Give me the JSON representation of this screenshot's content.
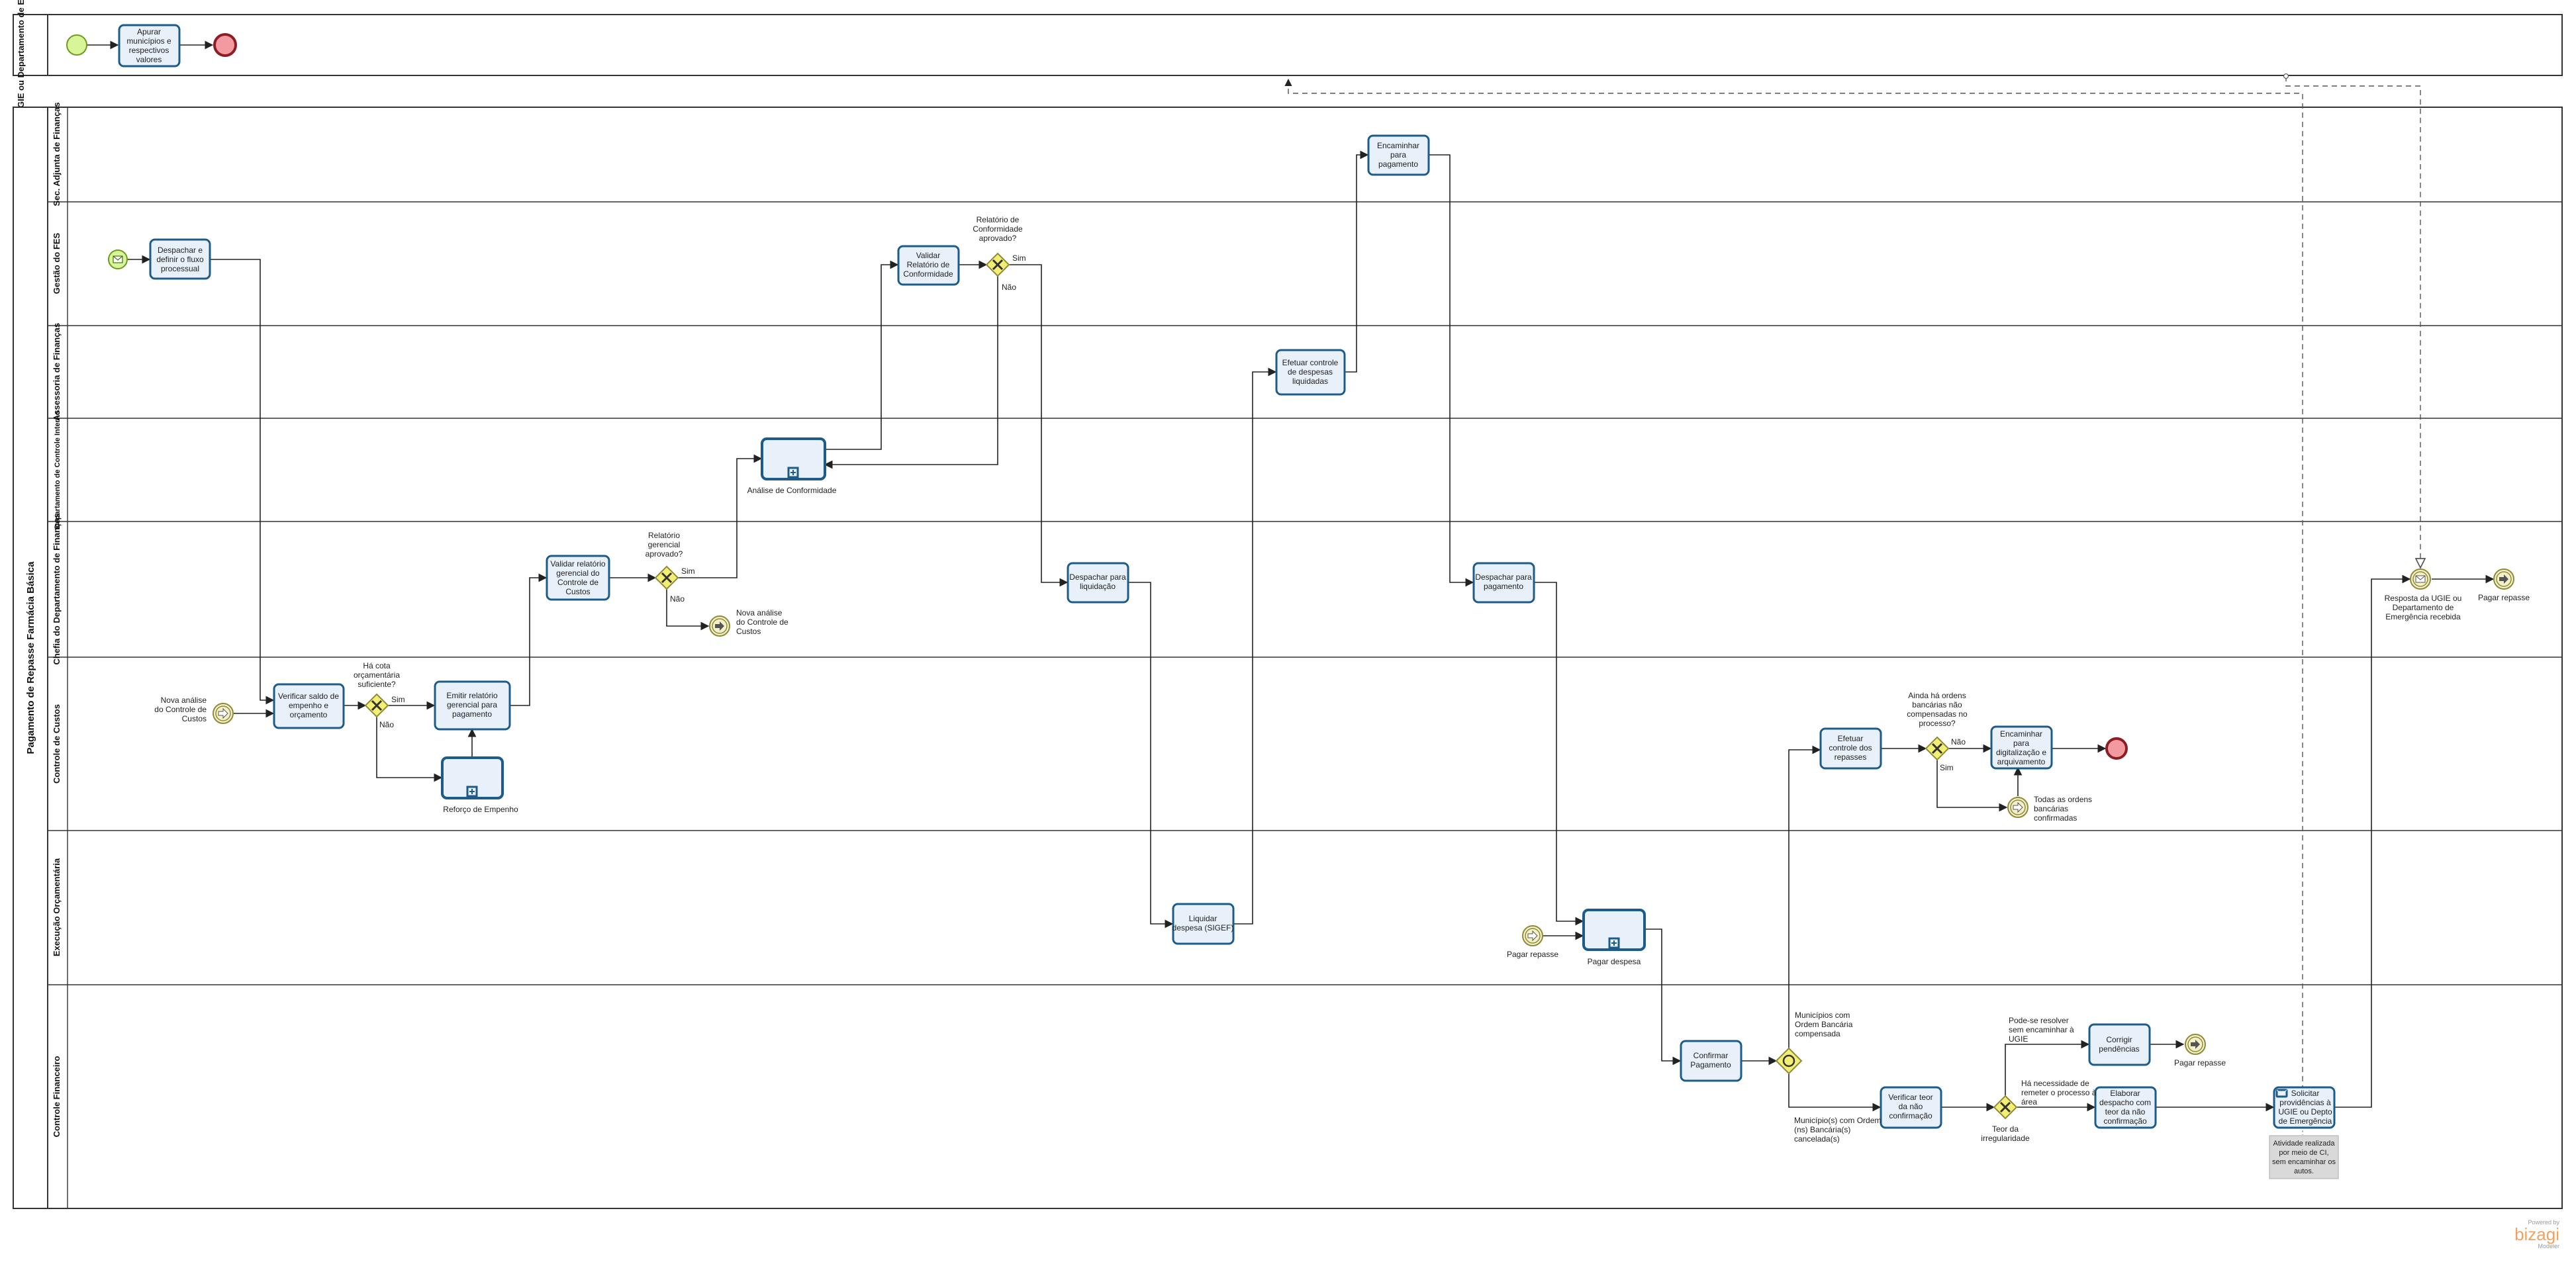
{
  "pool_top": {
    "lane": "UGIE ou Departamento de Emerg."
  },
  "pool_main": {
    "title": "Pagamento de Repasse Farmácia Básica"
  },
  "lanes": [
    "Sec. Adjunta de Finanças",
    "Gestão do FES",
    "Assessoria de Finanças",
    "Departamento de Controle Interno",
    "Chefia do Departamento de Finanças",
    "Controle de Custos",
    "Execução Orçamentária",
    "Controle Financeiro"
  ],
  "tasks": {
    "apurar": [
      "Apurar",
      "municípios e",
      "respectivos",
      "valores"
    ],
    "despachar_fluxo": [
      "Despachar e",
      "definir o fluxo",
      "processual"
    ],
    "validar_conformidade": [
      "Validar",
      "Relatório de",
      "Conformidade"
    ],
    "encaminhar_pagamento": [
      "Encaminhar",
      "para",
      "pagamento"
    ],
    "efetuar_controle_desp": [
      "Efetuar controle",
      "de despesas",
      "liquidadas"
    ],
    "validar_gerencial": [
      "Validar relatório",
      "gerencial do",
      "Controle de",
      "Custos"
    ],
    "despachar_liquidacao": [
      "Despachar para",
      "liquidação"
    ],
    "despachar_pagamento": [
      "Despachar para",
      "pagamento"
    ],
    "verificar_saldo": [
      "Verificar saldo de",
      "empenho e",
      "orçamento"
    ],
    "emitir_relatorio": [
      "Emitir relatório",
      "gerencial para",
      "pagamento"
    ],
    "efetuar_repasses": [
      "Efetuar",
      "controle dos",
      "repasses"
    ],
    "encaminhar_digitalizacao": [
      "Encaminhar",
      "para",
      "digitalização e",
      "arquivamento"
    ],
    "liquidar_despesa": [
      "Liquidar",
      "despesa (SIGEF)"
    ],
    "confirmar_pagamento": [
      "Confirmar",
      "Pagamento"
    ],
    "verificar_teor": [
      "Verificar teor",
      "da não",
      "confirmação"
    ],
    "corrigir_pendencias": [
      "Corrigir",
      "pendências"
    ],
    "elaborar_despacho": [
      "Elaborar",
      "despacho com",
      "teor da não",
      "confirmação"
    ],
    "solicitar_providencias": [
      "Solicitar",
      "providências à",
      "UGIE ou Depto",
      "de Emergência"
    ]
  },
  "subprocesses": {
    "analise": "Análise de Conformidade",
    "reforco": "Reforço de Empenho",
    "pagar_despesa": "Pagar despesa"
  },
  "gateways": {
    "g_conformidade": [
      "Relatório de",
      "Conformidade",
      "aprovado?"
    ],
    "g_gerencial": [
      "Relatório",
      "gerencial",
      "aprovado?"
    ],
    "g_cota": [
      "Há cota",
      "orçamentária",
      "suficiente?"
    ],
    "g_ordens": [
      "Ainda há ordens",
      "bancárias não",
      "compensadas no",
      "processo?"
    ],
    "g_municipios_top": [
      "Municípios com",
      "Ordem Bancária",
      "compensada"
    ],
    "g_municipios_bottom": [
      "Município(s) com Ordem",
      "(ns) Bancária(s)",
      "cancelada(s)"
    ],
    "g_teor": [
      "Teor da",
      "irregularidade"
    ]
  },
  "flow_labels": {
    "sim": "Sim",
    "nao": "Não",
    "pode_resolver": [
      "Pode-se resolver",
      "sem encaminhar à",
      "UGIE"
    ],
    "ha_necessidade": [
      "Há necessidade de",
      "remeter o processo à",
      "área"
    ]
  },
  "events": {
    "nova_analise_gerencial": [
      "Nova análise",
      "do Controle de",
      "Custos"
    ],
    "nova_analise_custos": [
      "Nova análise",
      "do Controle de",
      "Custos"
    ],
    "todas_ordens": [
      "Todas as ordens",
      "bancárias",
      "confirmadas"
    ],
    "pagar_repasse_exec": "Pagar repasse",
    "pagar_repasse_fin": "Pagar repasse",
    "pagar_repasse_chefia": "Pagar repasse",
    "resposta_ugie": [
      "Resposta da UGIE ou",
      "Departamento de",
      "Emergência recebida"
    ]
  },
  "annotation": [
    "Atividade realizada",
    "por meio de CI,",
    "sem encaminhar os",
    "autos."
  ],
  "watermark": {
    "small": "Powered by",
    "brand": "bizagi",
    "sub": "Modeler"
  },
  "colors": {
    "task_fill": "#e8f0fa",
    "task_stroke": "#1d5c8a",
    "start_fill": "#d8f59a",
    "end_fill": "#f29aa0",
    "gateway_fill": "#f3ef73",
    "intermediate_fill": "#f4f1c8",
    "brand": "#f0a35e"
  }
}
